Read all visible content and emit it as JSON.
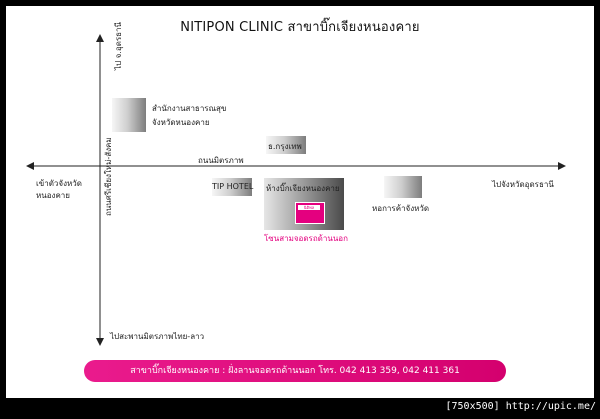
{
  "title": "NITIPON CLINIC สาขาบิ๊กเจียงหนองคาย",
  "roads": {
    "north_up": "ไป จ.อุดรธานี",
    "south_down": "ไปสะพานมิตรภาพไทย-ลาว",
    "vertical_road": "ถนนศรีเชียงใหม่-สังคม",
    "horizontal_road": "ถนนมิตรภาพ",
    "west": "เข้าตัวจังหวัด\nหนองคาย",
    "east": "ไปจังหวัดอุดรธานี"
  },
  "landmarks": {
    "health_office": "สำนักงานสาธารณสุข\nจังหวัดหนองคาย",
    "bank": "ธ.กรุงเทพ",
    "hotel": "TIP  HOTEL",
    "bigc": "ห้างบิ๊กเจียงหนองคาย",
    "chamber": "หอการค้าจังหวัด",
    "zone_label": "โซนสามจอดรถด้านนอก",
    "clinic_logo_text": "นิติพล"
  },
  "footer": {
    "text": "สาขาบิ๊กเจียงหนองคาย : ฝั่งลานจอดรถด้านนอก  โทร. 042 413 359, 042 411 361"
  },
  "watermark": "[750x500] http://upic.me/",
  "colors": {
    "accent": "#e4007f",
    "road": "#222222"
  }
}
